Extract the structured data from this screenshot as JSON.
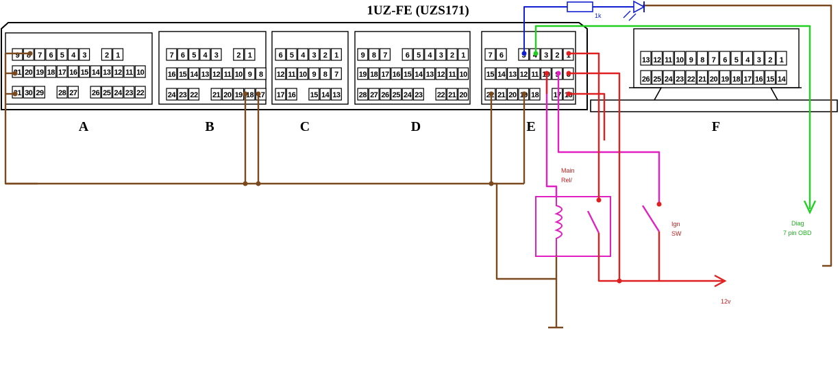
{
  "title": "1UZ-FE (UZS171)",
  "sections": [
    "A",
    "B",
    "C",
    "D",
    "E",
    "F"
  ],
  "connectors": {
    "A": {
      "rows": [
        [
          "9",
          "8",
          "7",
          "6",
          "5",
          "4",
          "3",
          "",
          "2",
          "1"
        ],
        [
          "21",
          "20",
          "19",
          "18",
          "17",
          "16",
          "15",
          "14",
          "13",
          "12",
          "11",
          "10"
        ],
        [
          "31",
          "30",
          "29",
          "",
          "28",
          "27",
          "",
          "26",
          "25",
          "24",
          "23",
          "22"
        ]
      ]
    },
    "B": {
      "rows": [
        [
          "7",
          "6",
          "5",
          "4",
          "3",
          "",
          "2",
          "1"
        ],
        [
          "16",
          "15",
          "14",
          "13",
          "12",
          "11",
          "10",
          "9",
          "8"
        ],
        [
          "24",
          "23",
          "22",
          "",
          "21",
          "20",
          "19",
          "18",
          "17"
        ]
      ]
    },
    "C": {
      "rows": [
        [
          "6",
          "5",
          "4",
          "3",
          "2",
          "1"
        ],
        [
          "12",
          "11",
          "10",
          "9",
          "8",
          "7"
        ],
        [
          "17",
          "16",
          "",
          "15",
          "14",
          "13"
        ]
      ]
    },
    "D": {
      "rows": [
        [
          "9",
          "8",
          "7",
          "",
          "6",
          "5",
          "4",
          "3",
          "2",
          "1"
        ],
        [
          "19",
          "18",
          "17",
          "16",
          "15",
          "14",
          "13",
          "12",
          "11",
          "10"
        ],
        [
          "28",
          "27",
          "26",
          "25",
          "24",
          "23",
          "",
          "22",
          "21",
          "20"
        ]
      ]
    },
    "E": {
      "rows": [
        [
          "7",
          "6",
          "",
          "5",
          "4",
          "3",
          "2",
          "1"
        ],
        [
          "15",
          "14",
          "13",
          "12",
          "11",
          "10",
          "9",
          "8"
        ],
        [
          "22",
          "21",
          "20",
          "19",
          "18",
          "",
          "17",
          "16"
        ]
      ]
    },
    "F": {
      "rows": [
        [
          "13",
          "12",
          "11",
          "10",
          "9",
          "8",
          "7",
          "6",
          "5",
          "4",
          "3",
          "2",
          "1"
        ],
        [
          "26",
          "25",
          "24",
          "23",
          "22",
          "21",
          "20",
          "19",
          "18",
          "17",
          "16",
          "15",
          "14"
        ]
      ]
    }
  },
  "labels": {
    "resistor": "1k",
    "main_relay": [
      "Main",
      "Rel/"
    ],
    "ign_switch": [
      "Ign",
      "SW"
    ],
    "diag": [
      "Diag",
      "7 pin OBD"
    ],
    "supply": "12v"
  },
  "colors": {
    "ground": "#7a4a1e",
    "power": "#e02020",
    "ignition": "#e020c0",
    "diag": "#20d020",
    "led": "#1020d0",
    "outline": "#000000"
  }
}
